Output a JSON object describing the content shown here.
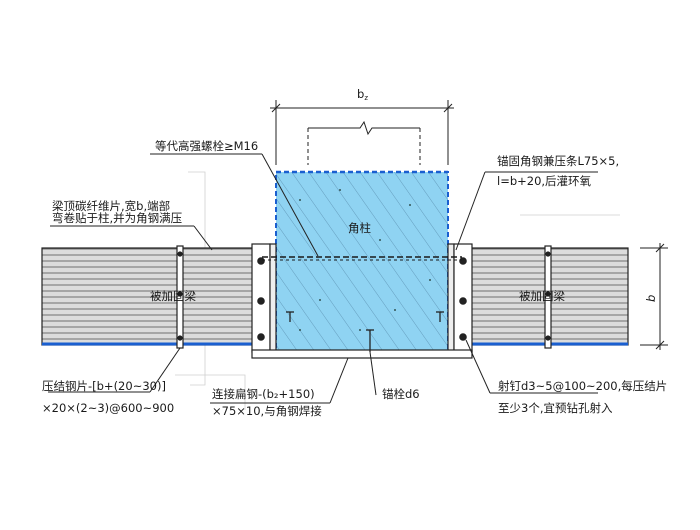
{
  "dimension_bz": "b",
  "dimension_bz_sub": "z",
  "dimension_b": "b",
  "labels": {
    "bolt": "等代高强螺栓≥M16",
    "anchor_angle_line1": "锚固角钢兼压条L75×5,",
    "anchor_angle_line2": "l=b+20,后灌环氧",
    "beam_top_line1": "梁顶碳纤维片,宽b,端部",
    "beam_top_line2": "弯卷贴于柱,并为角钢满压",
    "corner_column": "角柱",
    "beam_left": "被加固梁",
    "beam_right": "被加固梁",
    "strip_line1": "压结钢片-[b+(20~30)]",
    "strip_line2": "×20×(2~3)@600~900",
    "flat_steel_line1": "连接扁钢-(b₂+150)",
    "flat_steel_line2": "×75×10,与角钢焊接",
    "anchor_bolt": "锚栓d6",
    "nail_line1": "射钉d3~5@100~200,每压结片",
    "nail_line2": "至少3个,宜预钻孔射入"
  },
  "colors": {
    "column_fill": "#8fd3f2",
    "column_border": "#1a5fd0",
    "beam_fill": "#d8d8d8",
    "line": "#1a1a1a"
  }
}
